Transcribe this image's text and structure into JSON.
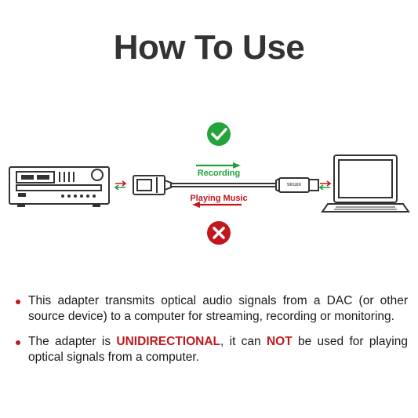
{
  "title": "How To Use",
  "colors": {
    "green": "#23a33a",
    "red": "#c0181e",
    "dark": "#333333"
  },
  "diagram": {
    "recording_label": "Recording",
    "playing_label": "Playing Music",
    "cable_brand": "ximas",
    "check_icon": "check-circle-icon",
    "cross_icon": "cross-circle-icon"
  },
  "bullets": [
    {
      "text": "This adapter transmits optical audio signals from a DAC (or other source device) to a computer for streaming, recording or monitoring."
    },
    {
      "prefix": "The adapter is ",
      "highlight1": "UNIDIRECTIONAL",
      "middle": ", it can ",
      "highlight2": "NOT",
      "suffix": " be used for playing optical signals from a computer."
    }
  ]
}
